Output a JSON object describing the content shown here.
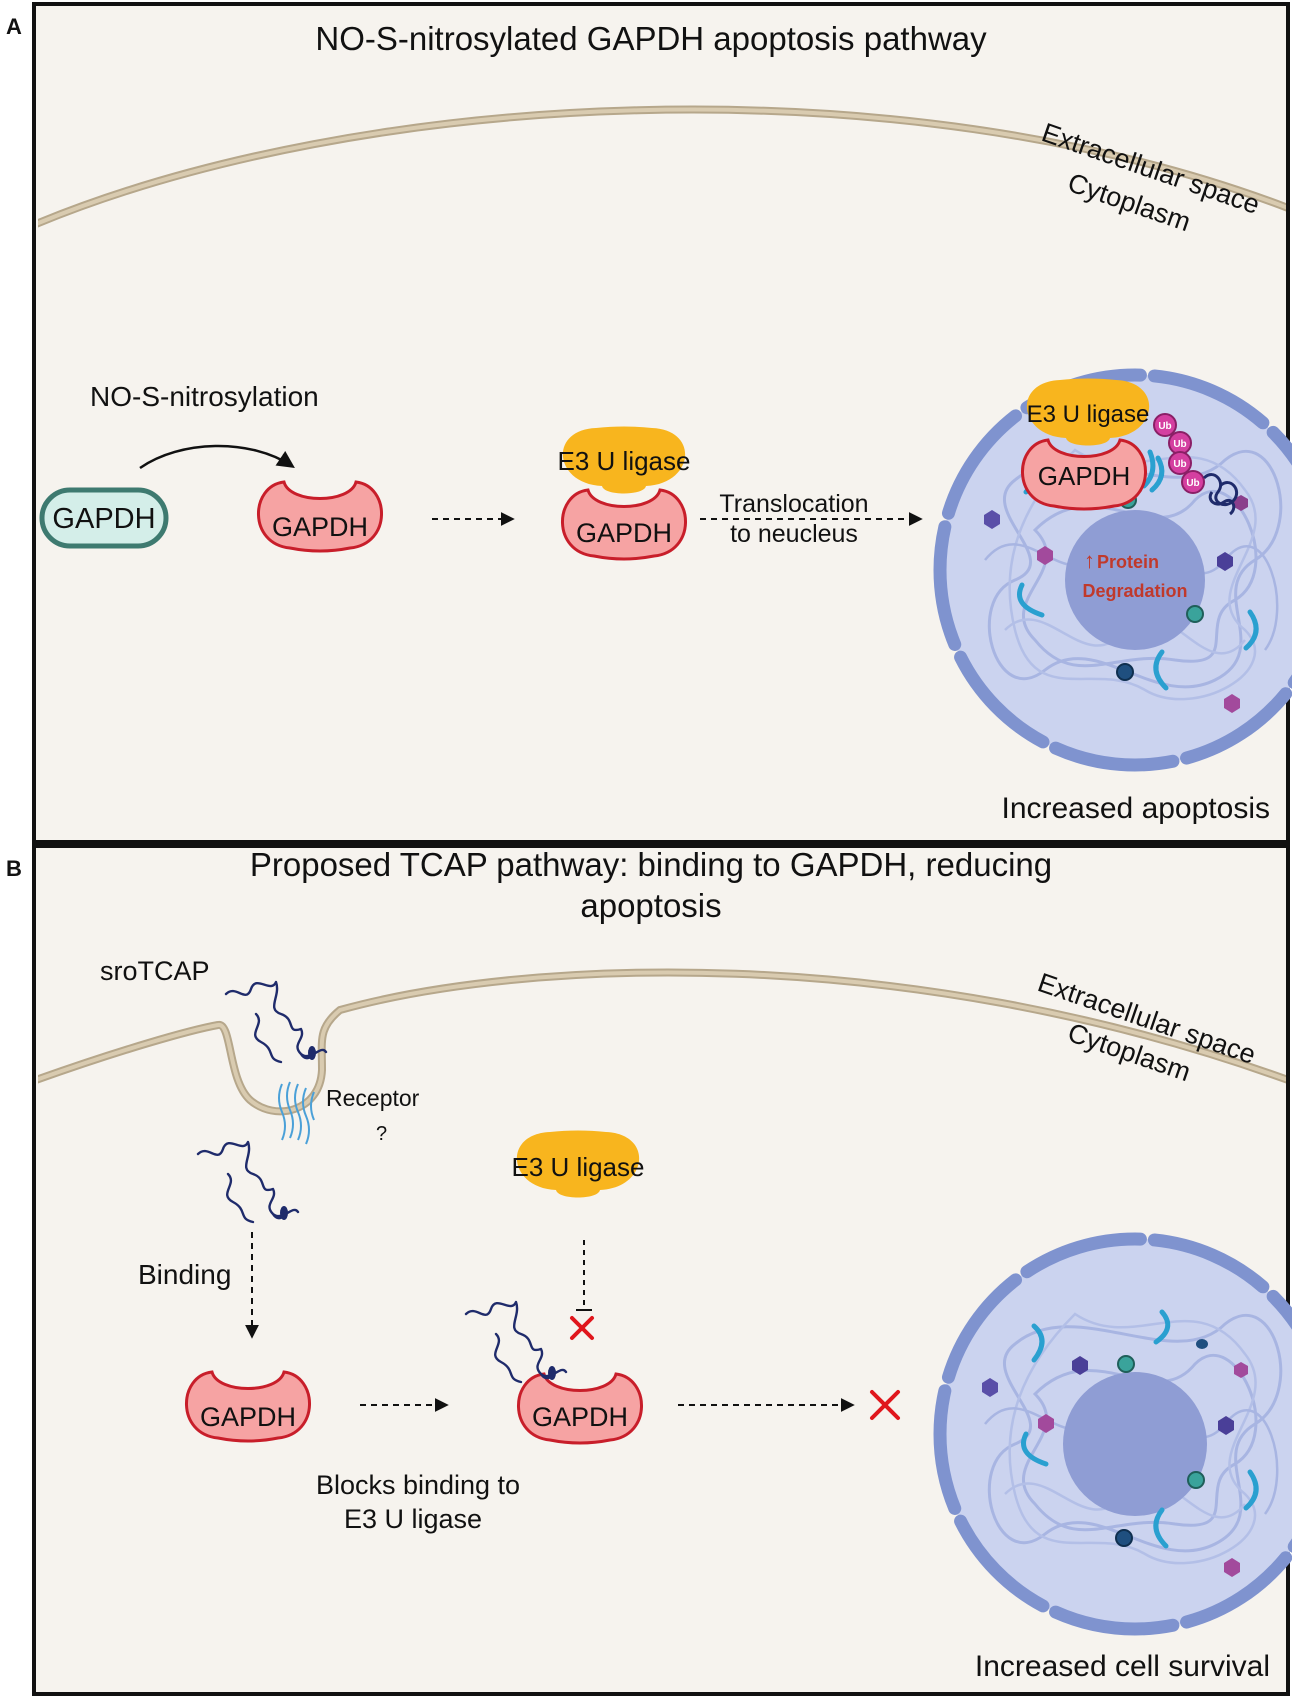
{
  "panel_a": {
    "letter": "A",
    "title": "NO-S-nitrosylated GAPDH apoptosis pathway",
    "extracellular": "Extracellular space",
    "cytoplasm": "Cytoplasm",
    "process_label": "NO-S-nitrosylation",
    "gapdh_native": "GAPDH",
    "gapdh_modified": "GAPDH",
    "e3_ligase": "E3 U ligase",
    "gapdh_complex": "GAPDH",
    "translocation_line1": "Translocation",
    "translocation_line2": "to neucleus",
    "nucleus_e3": "E3 U ligase",
    "nucleus_gapdh": "GAPDH",
    "ub_label": "Ub",
    "degradation_arrow": "↑",
    "degradation_line1": "Protein",
    "degradation_line2": "Degradation",
    "outcome": "Increased apoptosis"
  },
  "panel_b": {
    "letter": "B",
    "title_line1": "Proposed TCAP pathway: binding to GAPDH, reducing",
    "title_line2": "apoptosis",
    "extracellular": "Extracellular space",
    "cytoplasm": "Cytoplasm",
    "srotcap": "sroTCAP",
    "receptor": "Receptor",
    "receptor_q": "?",
    "binding": "Binding",
    "e3_ligase": "E3 U ligase",
    "gapdh_free": "GAPDH",
    "gapdh_bound": "GAPDH",
    "blocks_line1": "Blocks binding to",
    "blocks_line2": "E3 U ligase",
    "outcome": "Increased cell survival"
  },
  "colors": {
    "background": "#f6f3ee",
    "membrane": "#c9b89a",
    "gapdh_fill": "#f6a3a3",
    "gapdh_stroke": "#c81e2a",
    "gapdh_native_fill": "#d4eee9",
    "gapdh_native_stroke": "#3e7a70",
    "e3_fill": "#f8b51e",
    "nucleus_fill": "#cbd3ef",
    "nucleus_envelope": "#7f93cf",
    "nucleolus": "#8f9dd4",
    "ub_fill": "#d43fa0",
    "inhibit_x": "#e0161c",
    "degradation_text": "#c0392b"
  }
}
